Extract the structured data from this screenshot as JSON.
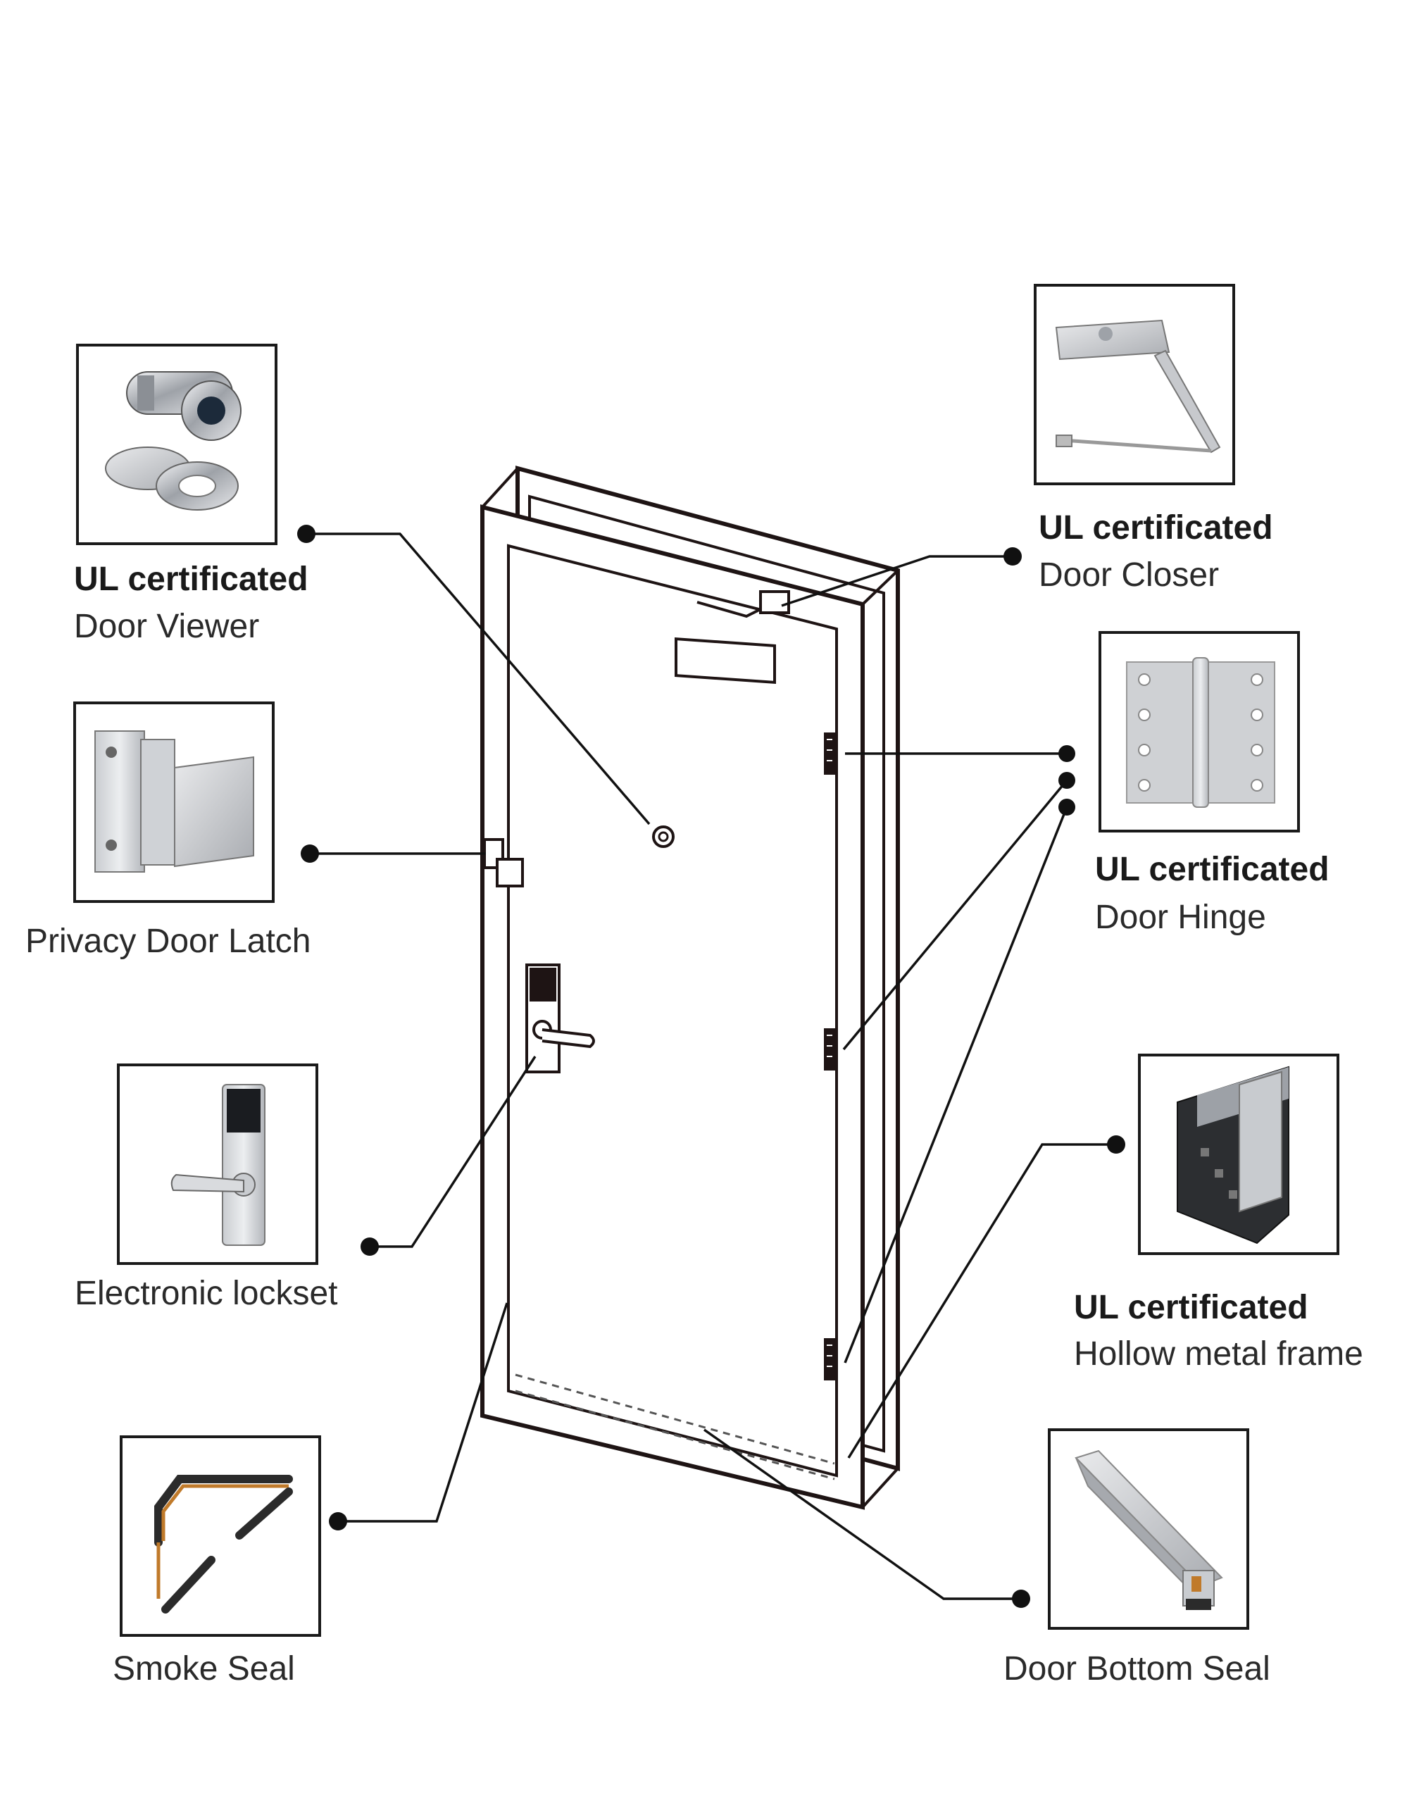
{
  "callouts": {
    "door_viewer": {
      "cert": "UL certificated",
      "name": "Door Viewer"
    },
    "privacy_latch": {
      "name": "Privacy Door Latch"
    },
    "lockset": {
      "name": "Electronic lockset"
    },
    "smoke_seal": {
      "name": "Smoke Seal"
    },
    "door_closer": {
      "cert": "UL certificated",
      "name": "Door Closer"
    },
    "door_hinge": {
      "cert": "UL certificated",
      "name": "Door Hinge"
    },
    "hollow_frame": {
      "cert": "UL certificated",
      "name": "Hollow metal frame"
    },
    "bottom_seal": {
      "name": "Door Bottom Seal"
    }
  },
  "colors": {
    "line": "#111111",
    "door_outline": "#1e1414",
    "metal_light": "#d7d9dc",
    "metal_mid": "#b9bcc1",
    "metal_dark": "#7d8188",
    "seal_orange": "#c07a2a",
    "frame_dark": "#2c2e31"
  }
}
